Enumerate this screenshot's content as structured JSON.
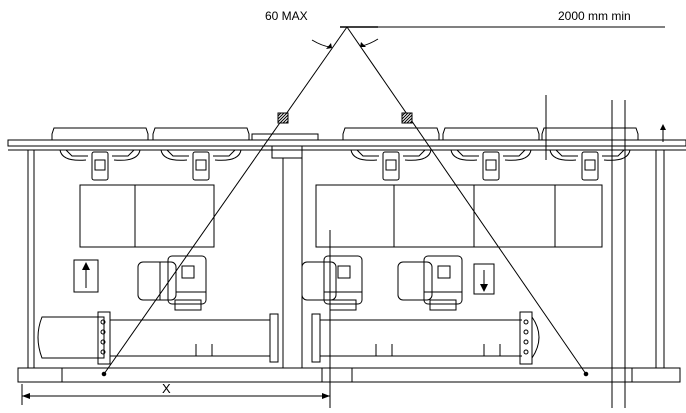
{
  "labels": {
    "angle_max": "60 MAX",
    "clearance_min": "2000 mm min",
    "dimension_x": "X"
  },
  "colors": {
    "line": "#000000",
    "hatch": "#000000",
    "background": "#ffffff"
  },
  "icons": {
    "fan": "fan-unit-icon",
    "compressor": "compressor-icon",
    "vessel": "cylindrical-vessel-icon",
    "lifting_arrow": "lifting-direction-arrow-icon"
  }
}
